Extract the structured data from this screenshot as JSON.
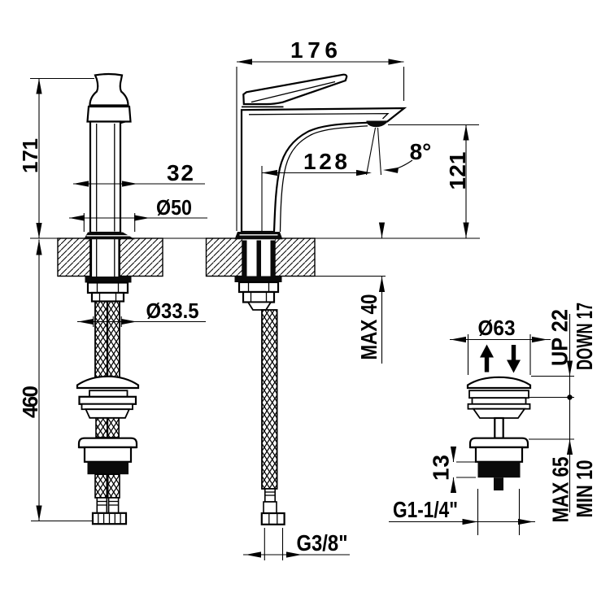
{
  "drawing": {
    "front_view": {
      "height_above_deck": "171",
      "depth_below_deck": "460",
      "body_width": "32",
      "base_diameter": "Ø50",
      "hole_diameter": "Ø33.5"
    },
    "side_view": {
      "spout_total_reach": "176",
      "spout_reach": "128",
      "spray_angle": "8°",
      "spout_height": "121",
      "deck_thickness": "MAX 40",
      "hose_thread": "G3/8\""
    },
    "waste_view": {
      "cap_diameter": "Ø63",
      "travel_up": "UP 22",
      "travel_down": "DOWN 17",
      "range_max": "MAX 65",
      "range_min": "MIN 10",
      "thread_length": "13",
      "waste_thread": "G1-1/4\""
    }
  }
}
